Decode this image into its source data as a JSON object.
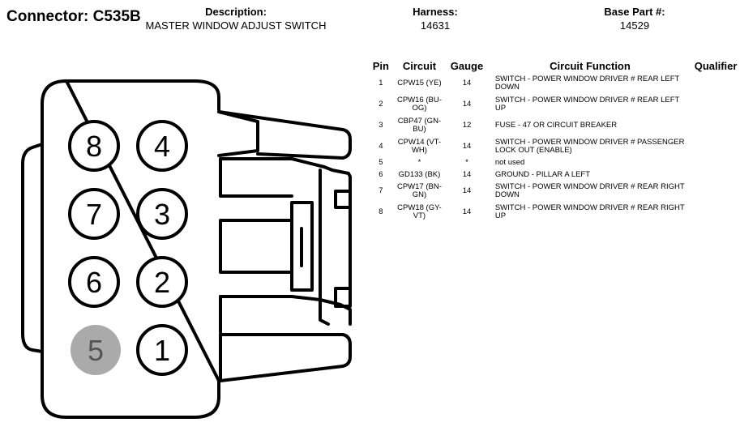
{
  "header": {
    "connector_label": "Connector: C535B",
    "description_label": "Description:",
    "description_value": "MASTER WINDOW ADJUST SWITCH",
    "harness_label": "Harness:",
    "harness_value": "14631",
    "base_part_label": "Base Part #:",
    "base_part_value": "14529"
  },
  "connector_pins": [
    {
      "number": "8",
      "filled": false
    },
    {
      "number": "4",
      "filled": false
    },
    {
      "number": "7",
      "filled": false
    },
    {
      "number": "3",
      "filled": false
    },
    {
      "number": "6",
      "filled": false
    },
    {
      "number": "2",
      "filled": false
    },
    {
      "number": "5",
      "filled": true
    },
    {
      "number": "1",
      "filled": false
    }
  ],
  "colors": {
    "outline": "#000000",
    "empty_pin_fill": "#aaaaaa",
    "empty_pin_text": "#555555"
  },
  "table": {
    "headers": {
      "pin": "Pin",
      "circuit": "Circuit",
      "gauge": "Gauge",
      "function": "Circuit Function",
      "qualifier": "Qualifier"
    },
    "rows": [
      {
        "pin": "1",
        "circuit": "CPW15 (YE)",
        "gauge": "14",
        "function": "SWITCH - POWER WINDOW DRIVER # REAR LEFT DOWN",
        "qualifier": ""
      },
      {
        "pin": "2",
        "circuit": "CPW16 (BU-OG)",
        "gauge": "14",
        "function": "SWITCH - POWER WINDOW DRIVER # REAR LEFT UP",
        "qualifier": ""
      },
      {
        "pin": "3",
        "circuit": "CBP47 (GN-BU)",
        "gauge": "12",
        "function": "FUSE - 47 OR CIRCUIT BREAKER",
        "qualifier": ""
      },
      {
        "pin": "4",
        "circuit": "CPW14 (VT-WH)",
        "gauge": "14",
        "function": "SWITCH - POWER WINDOW DRIVER # PASSENGER LOCK OUT (ENABLE)",
        "qualifier": ""
      },
      {
        "pin": "5",
        "circuit": "*",
        "gauge": "*",
        "function": "not used",
        "qualifier": ""
      },
      {
        "pin": "6",
        "circuit": "GD133 (BK)",
        "gauge": "14",
        "function": "GROUND - PILLAR A LEFT",
        "qualifier": ""
      },
      {
        "pin": "7",
        "circuit": "CPW17 (BN-GN)",
        "gauge": "14",
        "function": "SWITCH - POWER WINDOW DRIVER # REAR RIGHT DOWN",
        "qualifier": ""
      },
      {
        "pin": "8",
        "circuit": "CPW18 (GY-VT)",
        "gauge": "14",
        "function": "SWITCH - POWER WINDOW DRIVER # REAR RIGHT UP",
        "qualifier": ""
      }
    ]
  }
}
